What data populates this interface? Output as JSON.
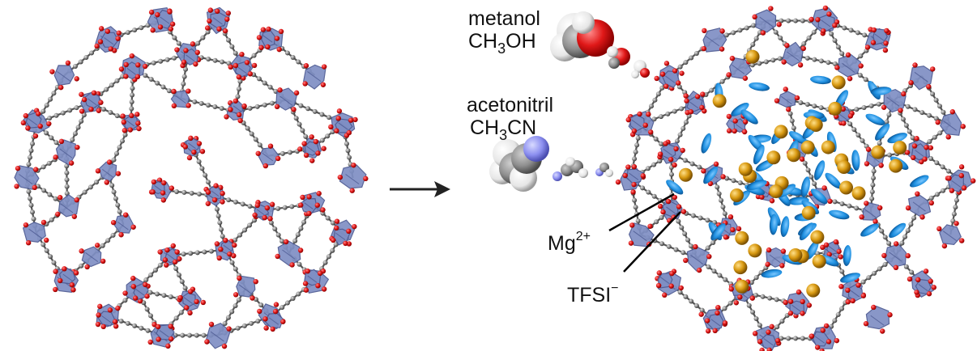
{
  "labels": {
    "methanol_name": "metanol",
    "methanol_formula": {
      "a": "CH",
      "sub": "3",
      "b": "OH"
    },
    "acetonitrile_name": "acetonitril",
    "acetonitrile_formula": {
      "a": "CH",
      "sub": "3",
      "b": "CN"
    },
    "mg": {
      "base": "Mg",
      "sup": "2+"
    },
    "tfsi": {
      "base": "TFSI",
      "sup": "−"
    }
  },
  "colors": {
    "polyhedron": "#7f8fc4",
    "polyhedron_dark": "#4d5a92",
    "oxygen": "#e01818",
    "carbon": "#8a8a8a",
    "magnesium": "#d99a12",
    "tfsi_anion": "#1e8fe0",
    "nitrogen": "#8c8ff0",
    "hydrogen": "#f2f2f2"
  },
  "icons": [
    "mof-framework-left",
    "mof-framework-loaded-right",
    "reaction-arrow",
    "methanol-molecule",
    "acetonitrile-molecule"
  ]
}
